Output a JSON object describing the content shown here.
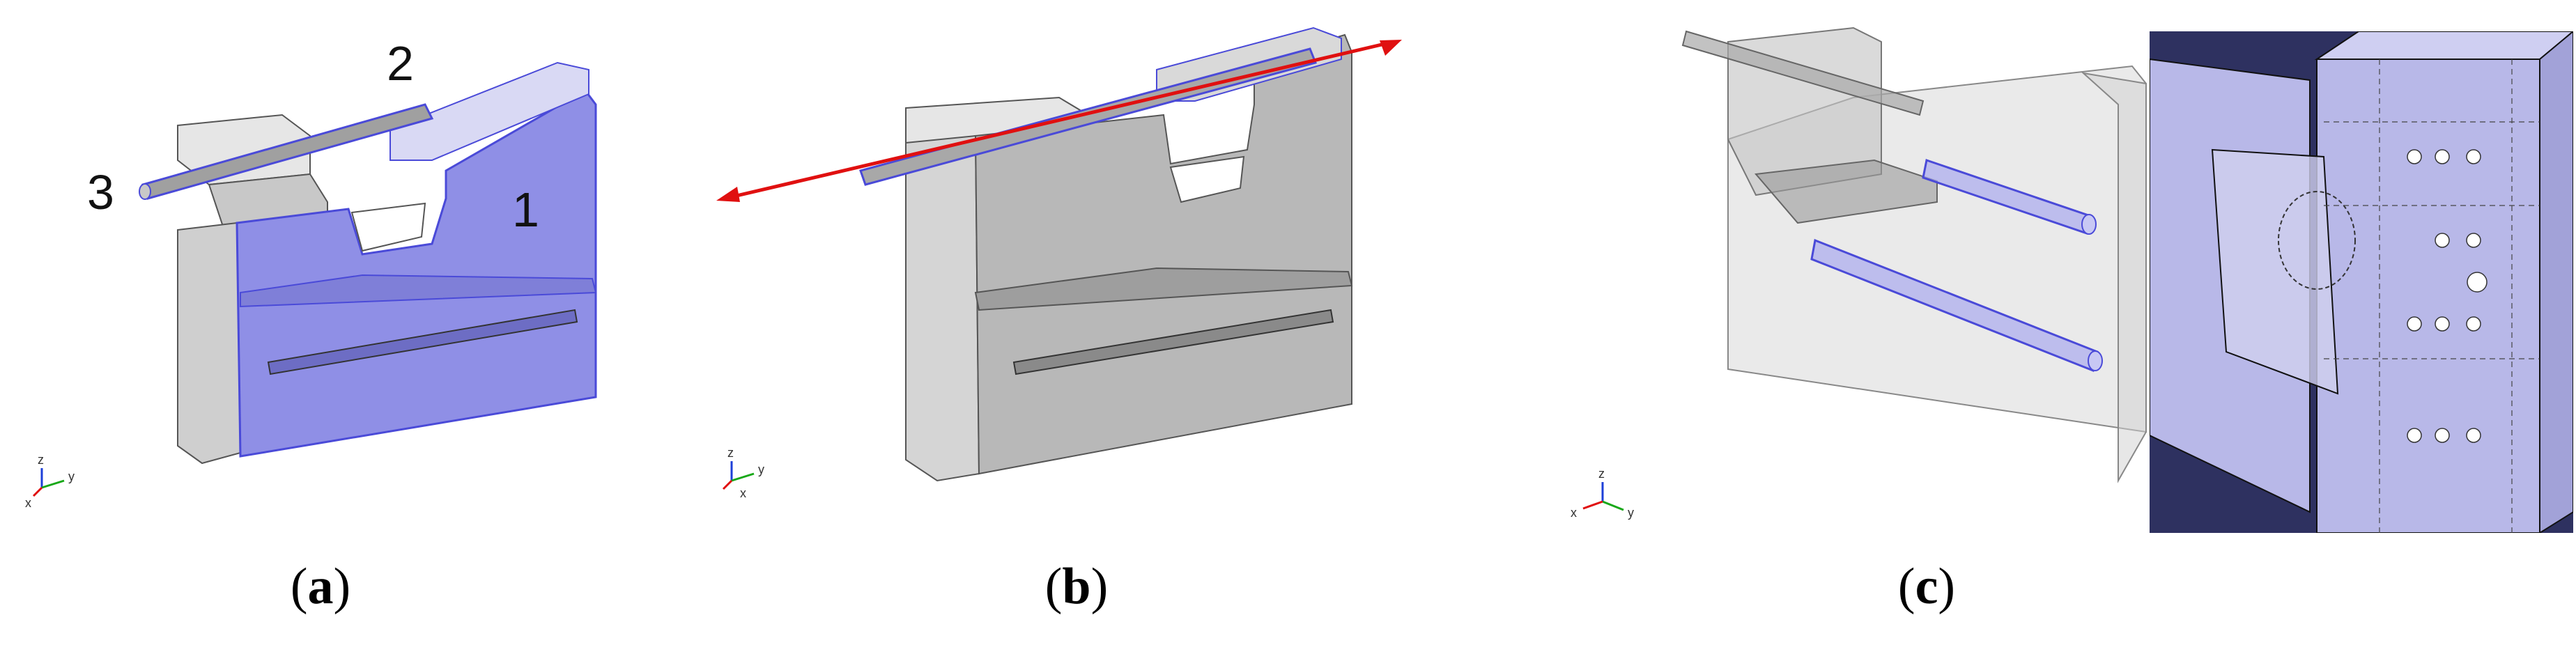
{
  "panels": {
    "a": {
      "labels": {
        "one": "1",
        "two": "2",
        "three": "3"
      },
      "caption": {
        "open": "(",
        "letter": "a",
        "close": ")"
      },
      "axes": {
        "z": "z",
        "y": "y",
        "x": "x"
      }
    },
    "b": {
      "caption": {
        "open": "(",
        "letter": "b",
        "close": ")"
      },
      "axes": {
        "z": "z",
        "y": "y",
        "x": "x"
      }
    },
    "c": {
      "caption": {
        "open": "(",
        "letter": "c",
        "close": ")"
      },
      "axes": {
        "z": "z",
        "y": "y",
        "x": "x"
      }
    }
  },
  "colors": {
    "domain_blue": "#8f8fe6",
    "edge_blue": "#4a4ad8",
    "gray_face": "#b8b8b8",
    "gray_light": "#d9d9d9",
    "gray_dark": "#8a8a8a",
    "arrow_red": "#e01010",
    "cad_bg": "#2e3160",
    "cad_face": "#b8b8e8"
  }
}
